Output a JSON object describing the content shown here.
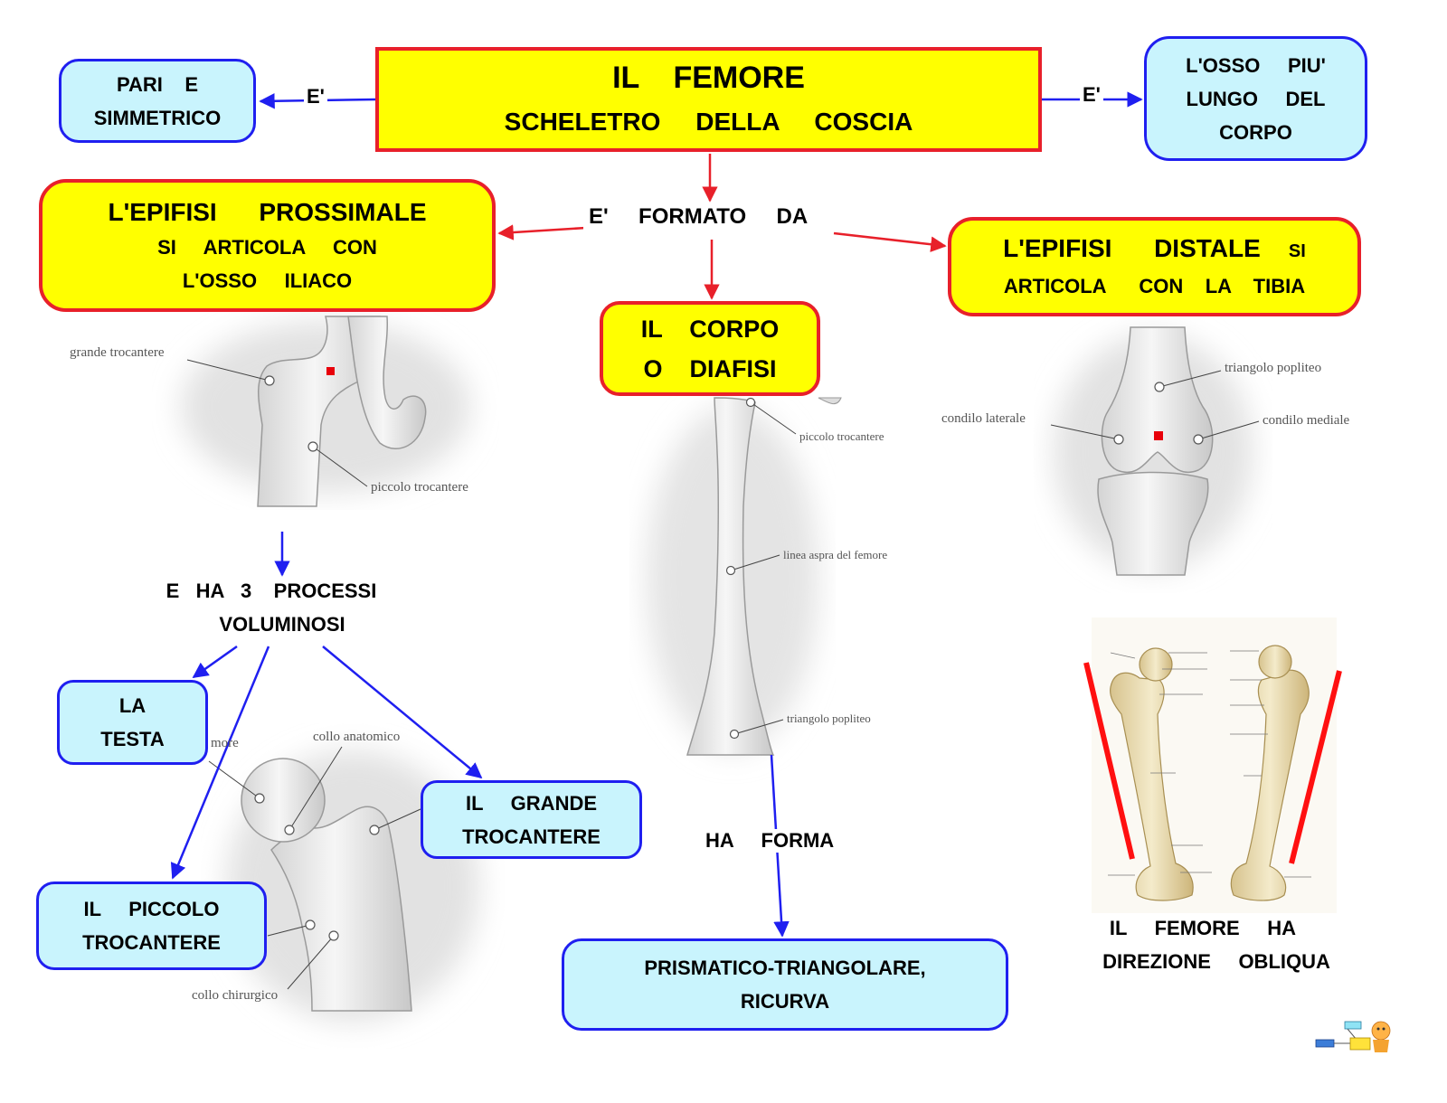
{
  "title": {
    "line1": "IL    FEMORE",
    "line2": "SCHELETRO     DELLA     COSCIA"
  },
  "pari": {
    "line1": "PARI    E",
    "line2": "SIMMETRICO"
  },
  "osso_lungo": {
    "line1": "L'OSSO     PIU'",
    "line2": "LUNGO     DEL",
    "line3": "CORPO"
  },
  "link_left": "E'",
  "link_right": "E'",
  "formato": "E'     FORMATO     DA",
  "prossimale": {
    "line1": "L'EPIFISI      PROSSIMALE",
    "line2": "SI     ARTICOLA     CON",
    "line3": "L'OSSO     ILIACO"
  },
  "distale": {
    "line1a": "L'EPIFISI      DISTALE",
    "line1b": "SI",
    "line2": "ARTICOLA      CON    LA    TIBIA"
  },
  "corpo": {
    "line1": "IL    CORPO",
    "line2": "O    DIAFISI"
  },
  "processi": {
    "line1": "E   HA   3    PROCESSI",
    "line2": "VOLUMINOSI"
  },
  "testa": {
    "line1": "LA",
    "line2": "TESTA"
  },
  "piccolo": {
    "line1": "IL     PICCOLO",
    "line2": "TROCANTERE"
  },
  "grande": {
    "line1": "IL     GRANDE",
    "line2": "TROCANTERE"
  },
  "forma_label": "HA     FORMA",
  "forma": {
    "line1": "PRISMATICO-TRIANGOLARE,",
    "line2": "RICURVA"
  },
  "direzione": {
    "line1": "IL     FEMORE     HA",
    "line2": "DIREZIONE     OBLIQUA"
  },
  "bone_labels": {
    "grande_trocantere": "grande trocantere",
    "piccolo_trocantere_1": "piccolo trocantere",
    "piccolo_trocantere_2": "piccolo trocantere",
    "linea_aspra": "linea aspra del femore",
    "triangolo_popliteo_1": "triangolo popliteo",
    "triangolo_popliteo_2": "triangolo popliteo",
    "condilo_laterale": "condilo laterale",
    "condilo_mediale": "condilo mediale",
    "collo_anatomico": "collo anatomico",
    "collo_chirurgico": "collo chirurgico",
    "testa_partial": "more"
  },
  "colors": {
    "yellow": "#ffff00",
    "red": "#e8202a",
    "blue": "#1f1ff0",
    "light_blue": "#c9f4fd"
  }
}
